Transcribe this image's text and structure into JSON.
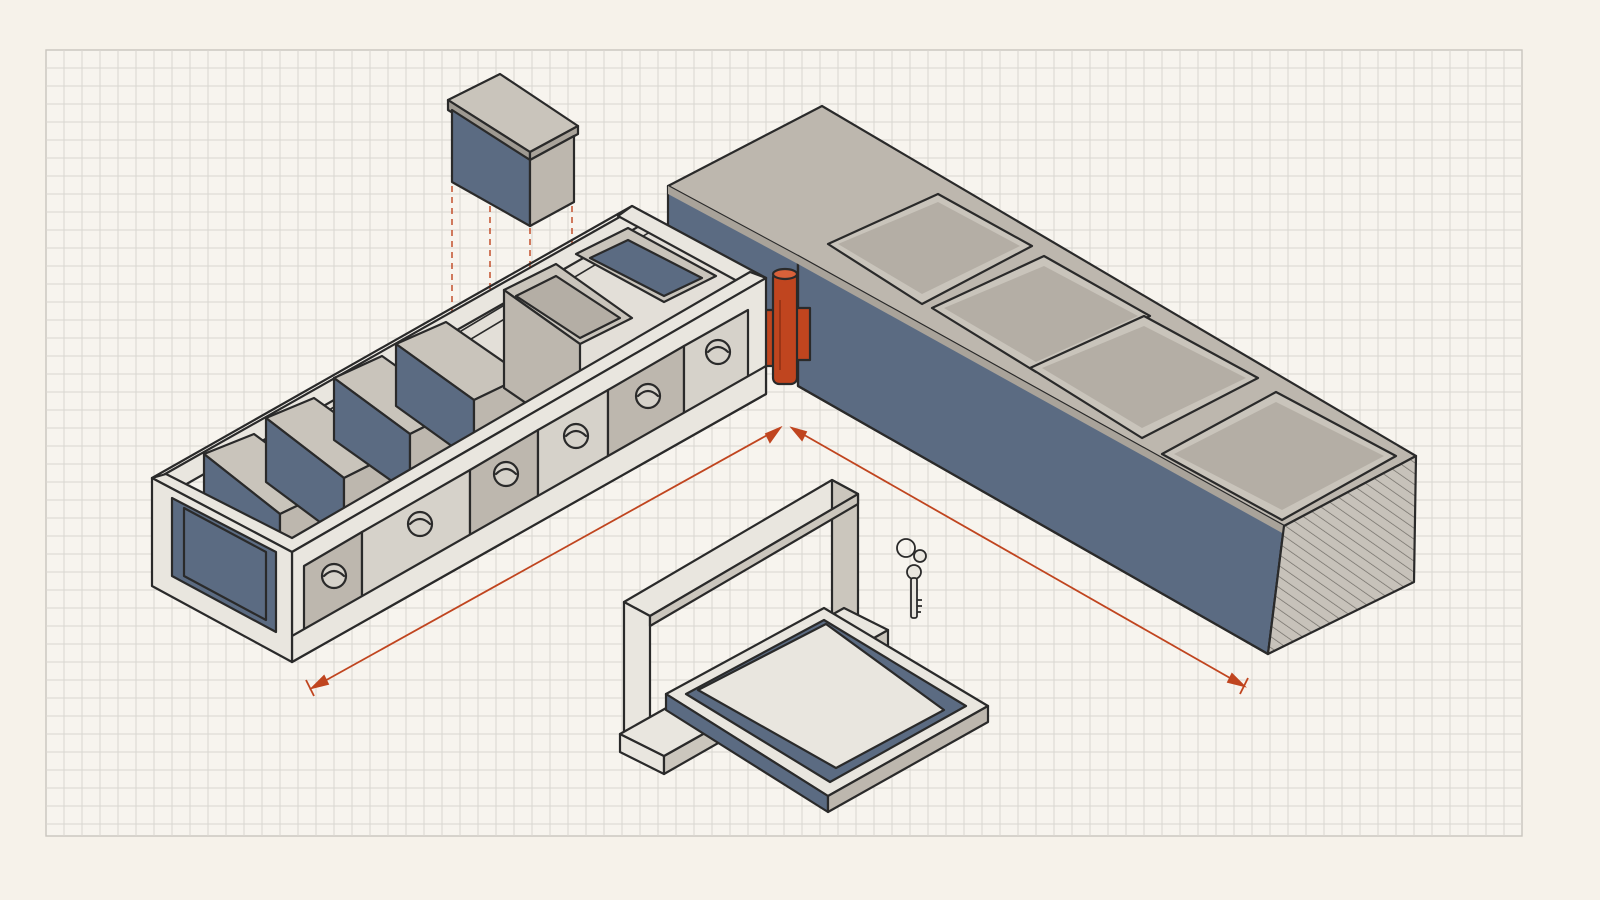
{
  "diagram": {
    "kind": "isometric exploded assembly drawing",
    "colors": {
      "background": "#f6f2ea",
      "grid": "#d9d6d0",
      "frame_light": "#e9e6df",
      "frame_mid": "#cbc6bd",
      "steel_grey": "#bdb7ae",
      "steel_grey_dark": "#9f9a92",
      "slate_blue": "#5b6b82",
      "slate_blue_dark": "#4a5a70",
      "accent_orange": "#c0451f",
      "outline": "#2a2a2a"
    },
    "components": [
      {
        "id": "drawer-rack",
        "icon": "rack-frame",
        "slots": 6
      },
      {
        "id": "lifted-module",
        "icon": "box-module"
      },
      {
        "id": "hinge-bracket",
        "icon": "hinge"
      },
      {
        "id": "counter-block",
        "icon": "counter-block",
        "recesses": 4
      },
      {
        "id": "fold-out-tray",
        "icon": "tray-stand"
      },
      {
        "id": "key-set",
        "icon": "key-icon"
      }
    ],
    "dimension_lines": 2,
    "alignment_guides": 4
  }
}
